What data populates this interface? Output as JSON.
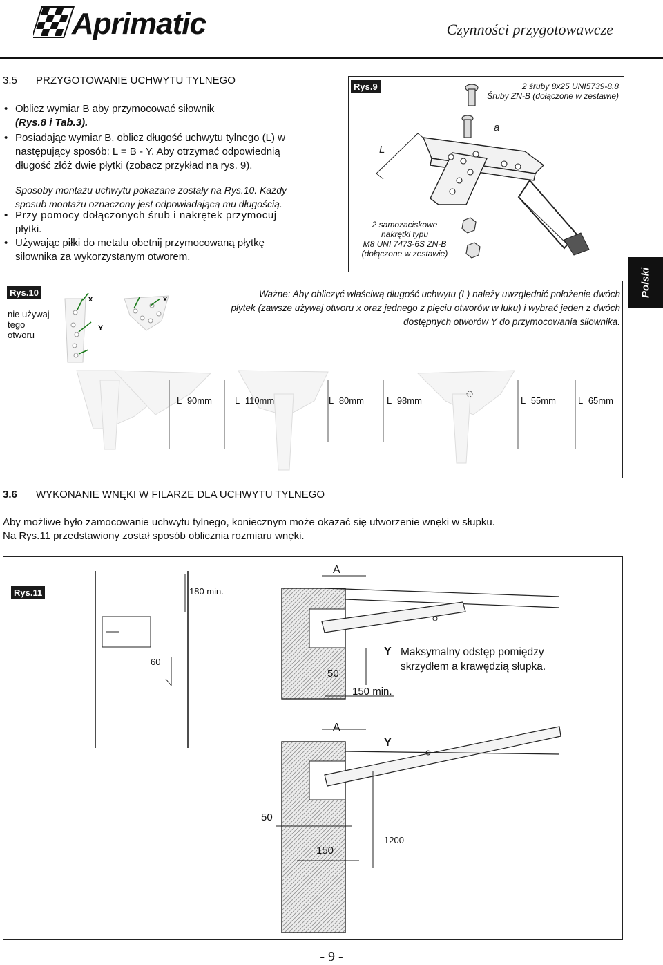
{
  "header": {
    "brand": "Aprimatic",
    "title": "Czynności przygotowawcze"
  },
  "section35": {
    "number": "3.5",
    "title": "PRZYGOTOWANIE UCHWYTU TYLNEGO",
    "b1_line1": "Oblicz wymiar B aby przymocować siłownik",
    "b1_line2": "(Rys.8 i Tab.3).",
    "b2_line1": "Posiadając wymiar B, oblicz długość uchwytu tylnego (L) w",
    "b2_line2": "następujący sposób: L = B - Y. Aby otrzymać odpowiednią",
    "b2_line3": "długość złóż dwie płytki (zobacz przykład na rys. 9).",
    "italic_line1": "Sposoby montażu uchwytu pokazane zostały na Rys.10. Każdy",
    "italic_line2": "sposub montażu oznaczony jest odpowiadającą mu długością.",
    "b3_line1": "Przy pomocy dołączonych śrub i nakrętek przymocuj",
    "b3_line2": "płytki.",
    "b4_line1": "Używając piłki do metalu obetnij przymocowaną płytkę",
    "b4_line2": "siłownika za wykorzystanym otworem."
  },
  "rys9": {
    "tag": "Rys.9",
    "screws_line1": "2 śruby 8x25 UNI5739-8.8",
    "screws_line2": "Śruby ZN-B (dołączone w zestawie)",
    "label_a": "a",
    "label_L": "L",
    "nuts_line1": "2 samozaciskowe",
    "nuts_line2": "nakrętki typu",
    "nuts_line3": "M8 UNI 7473-6S ZN-B",
    "nuts_line4": "(dołączone w zestawie)"
  },
  "side_tab": "Polski",
  "rys10": {
    "tag": "Rys.10",
    "unused_line1": "nie używaj",
    "unused_line2": "tego",
    "unused_line3": "otworu",
    "mark_x": "x",
    "mark_Y": "Y",
    "note_line1": "Ważne: Aby obliczyć właściwą długość uchwytu (L) należy uwzględnić położenie dwóch",
    "note_line2": "płytek (zawsze używaj otworu x oraz jednego z pięciu otworów w łuku) i wybrać jeden z dwóch",
    "note_line3": "dostępnych otworów Y do przymocowania siłownika.",
    "lengths": [
      "L=90mm",
      "L=110mm",
      "L=80mm",
      "L=98mm",
      "L=55mm",
      "L=65mm"
    ]
  },
  "section36": {
    "number": "3.6",
    "title": "WYKONANIE WNĘKI W FILARZE DLA UCHWYTU TYLNEGO",
    "para_line1": "Aby możliwe było zamocowanie uchwytu tylnego, koniecznym może okazać się utworzenie wnęki w słupku.",
    "para_line2": "Na Rys.11 przedstawiony został sposób oblicznia rozmiaru wnęki."
  },
  "rys11": {
    "tag": "Rys.11",
    "dim_180": "180 min.",
    "dim_60": "60",
    "dim_A_top": "A",
    "dim_Y_top": "Y",
    "dim_50_top": "50",
    "dim_150_top": "150 min.",
    "gap_line1": "Maksymalny odstęp pomiędzy",
    "gap_line2": "skrzydłem a krawędzią słupka.",
    "dim_A_bottom": "A",
    "dim_Y_bottom": "Y",
    "dim_50_bottom": "50",
    "dim_150_bottom": "150",
    "dim_1200": "1200"
  },
  "footer": {
    "page": "- 9 -"
  }
}
